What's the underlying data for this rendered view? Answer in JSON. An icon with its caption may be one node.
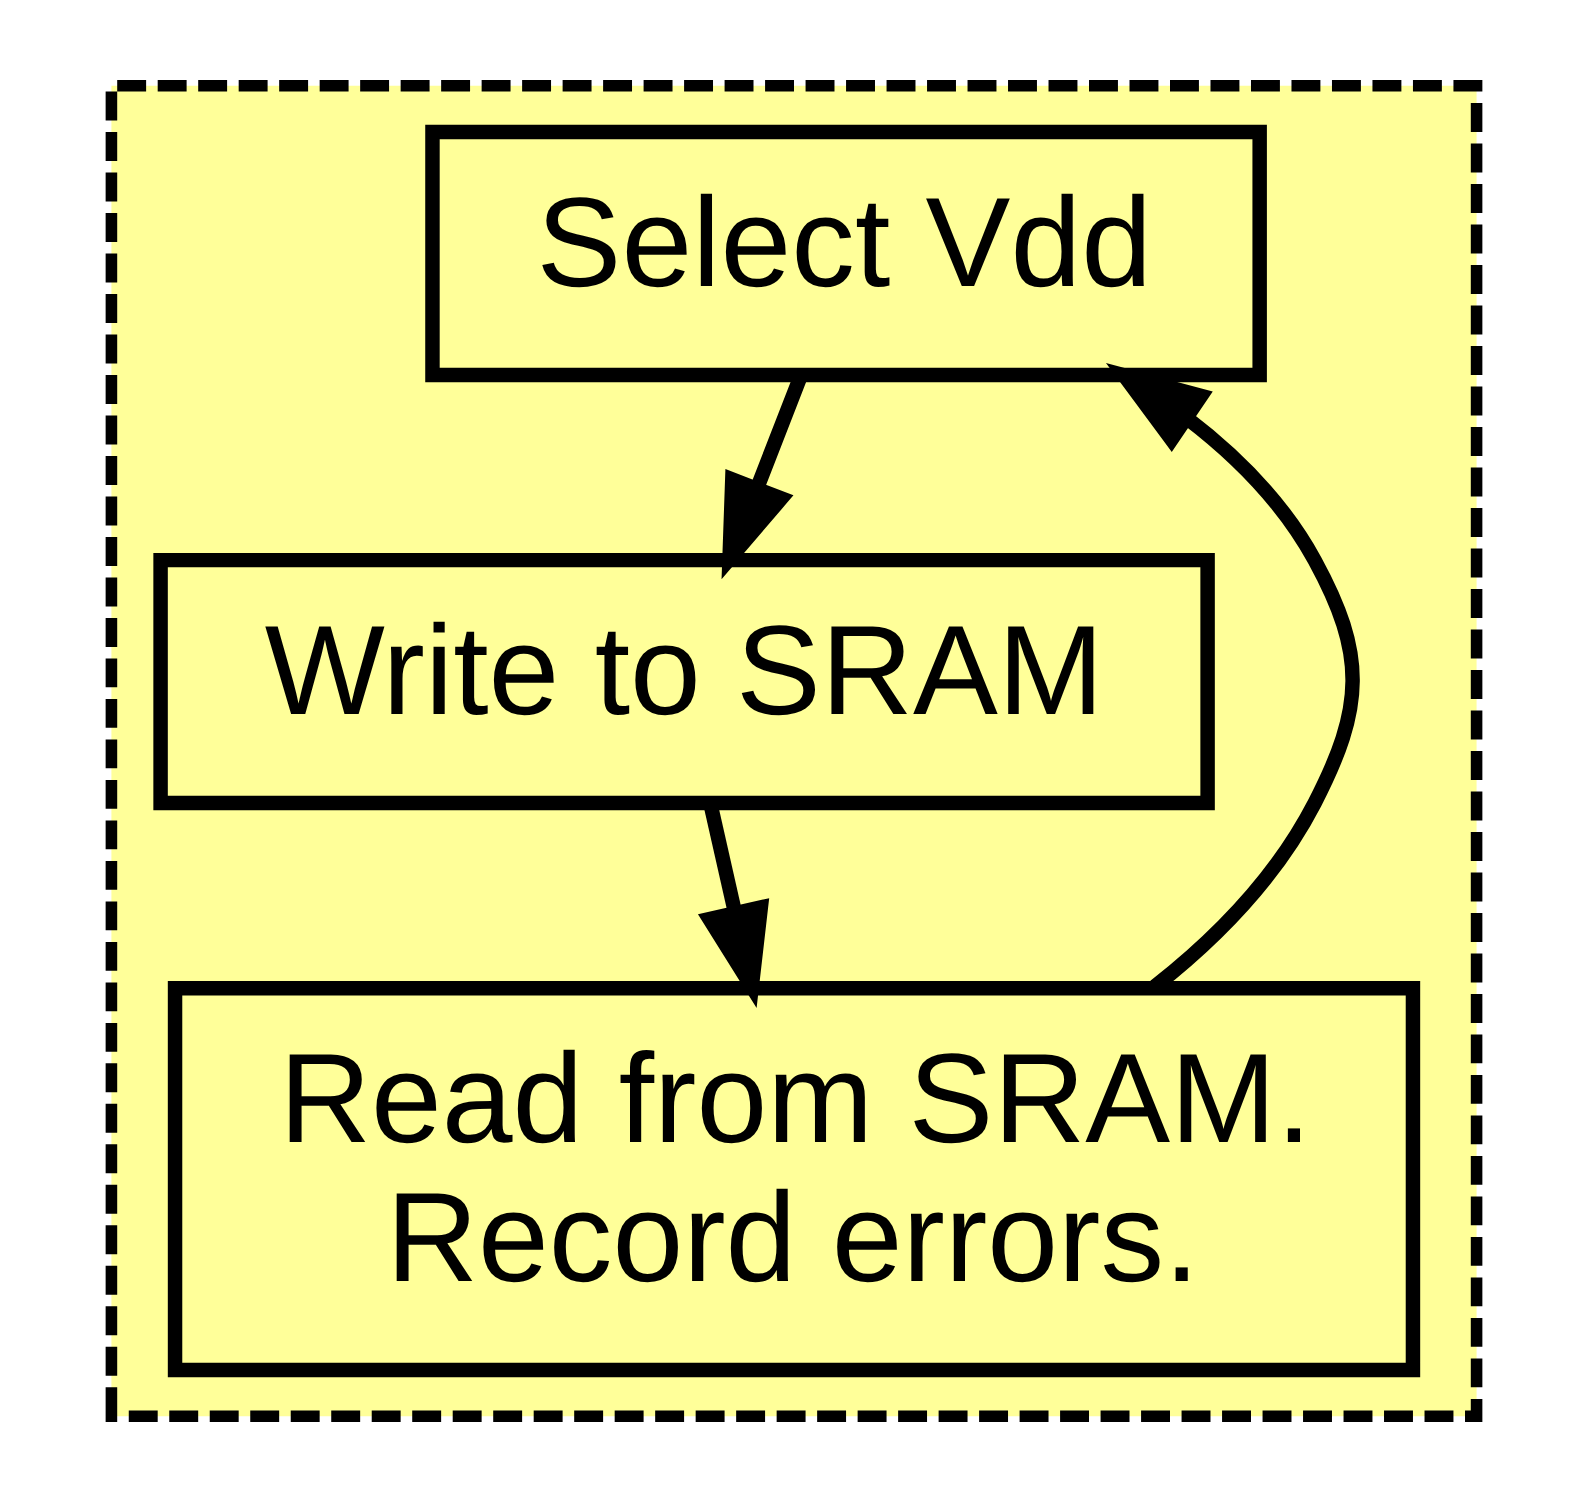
{
  "diagram": {
    "nodes": [
      {
        "text": [],
        "shape": "box"
      },
      {
        "text": [
          "Select Vdd"
        ],
        "in": 0
      },
      {
        "text": [
          "Write to SRAM"
        ],
        "in": 0
      },
      {
        "text": [
          "Read from SRAM. Record errors."
        ],
        "in": 0
      }
    ],
    "edges": [
      {
        "from": 1,
        "to": 2,
        "arrow": "to"
      },
      {
        "from": 2,
        "to": 3,
        "arrow": "to"
      },
      {
        "from": 3,
        "to": 1,
        "arrow": "to"
      }
    ]
  }
}
